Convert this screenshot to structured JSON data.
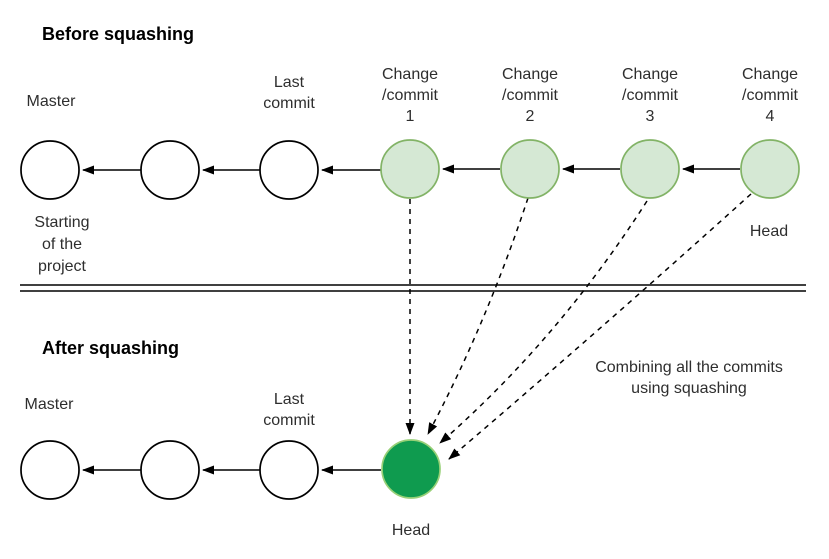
{
  "colors": {
    "light_green_fill": "#d5e8d4",
    "light_green_stroke": "#82b366",
    "dark_green_fill": "#0f9b4f",
    "dark_green_stroke": "#97d077",
    "node_stroke": "#000000",
    "arrow_color": "#000000",
    "divider_color": "#404040",
    "text_color": "#2e2e2e"
  },
  "before": {
    "title": "Before squashing",
    "master_label": "Master",
    "starting_lines": [
      "Starting",
      "of the",
      "project"
    ],
    "last_commit_lines": [
      "Last",
      "commit"
    ],
    "commit_labels": [
      [
        "Change",
        "/commit",
        "1"
      ],
      [
        "Change",
        "/commit",
        "2"
      ],
      [
        "Change",
        "/commit",
        "3"
      ],
      [
        "Change",
        "/commit",
        "4"
      ]
    ],
    "head_label": "Head"
  },
  "after": {
    "title": "After squashing",
    "master_label": "Master",
    "last_commit_lines": [
      "Last",
      "commit"
    ],
    "head_label": "Head",
    "combining_lines": [
      "Combining all the commits",
      "using squashing"
    ]
  }
}
